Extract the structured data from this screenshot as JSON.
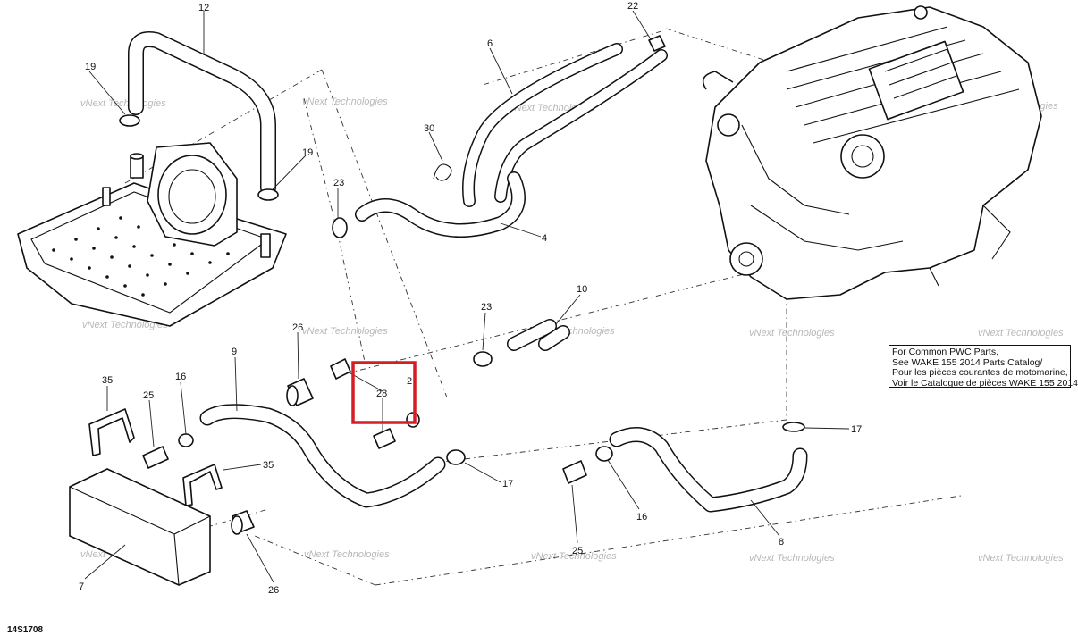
{
  "diagram": {
    "code": "14S1708",
    "watermark": "vNext Technologies",
    "note": {
      "line1": "For Common PWC Parts,",
      "line2": "See WAKE 155 2014 Parts Catalog/",
      "line3": "Pour les pièces courantes de motomarine,",
      "line4": "Voir le Catalogue de pièces WAKE 155 2014"
    },
    "callouts": {
      "c12": "12",
      "c19a": "19",
      "c19b": "19",
      "c22": "22",
      "c6": "6",
      "c30": "30",
      "c23a": "23",
      "c4": "4",
      "c10": "10",
      "c23b": "23",
      "c26a": "26",
      "c9": "9",
      "c2": "2",
      "c28": "28",
      "c35a": "35",
      "c16a": "16",
      "c25a": "25",
      "c35b": "35",
      "c17a": "17",
      "c17b": "17",
      "c16b": "16",
      "c25b": "25",
      "c8": "8",
      "c7": "7",
      "c26b": "26"
    },
    "highlight_target": "28"
  }
}
